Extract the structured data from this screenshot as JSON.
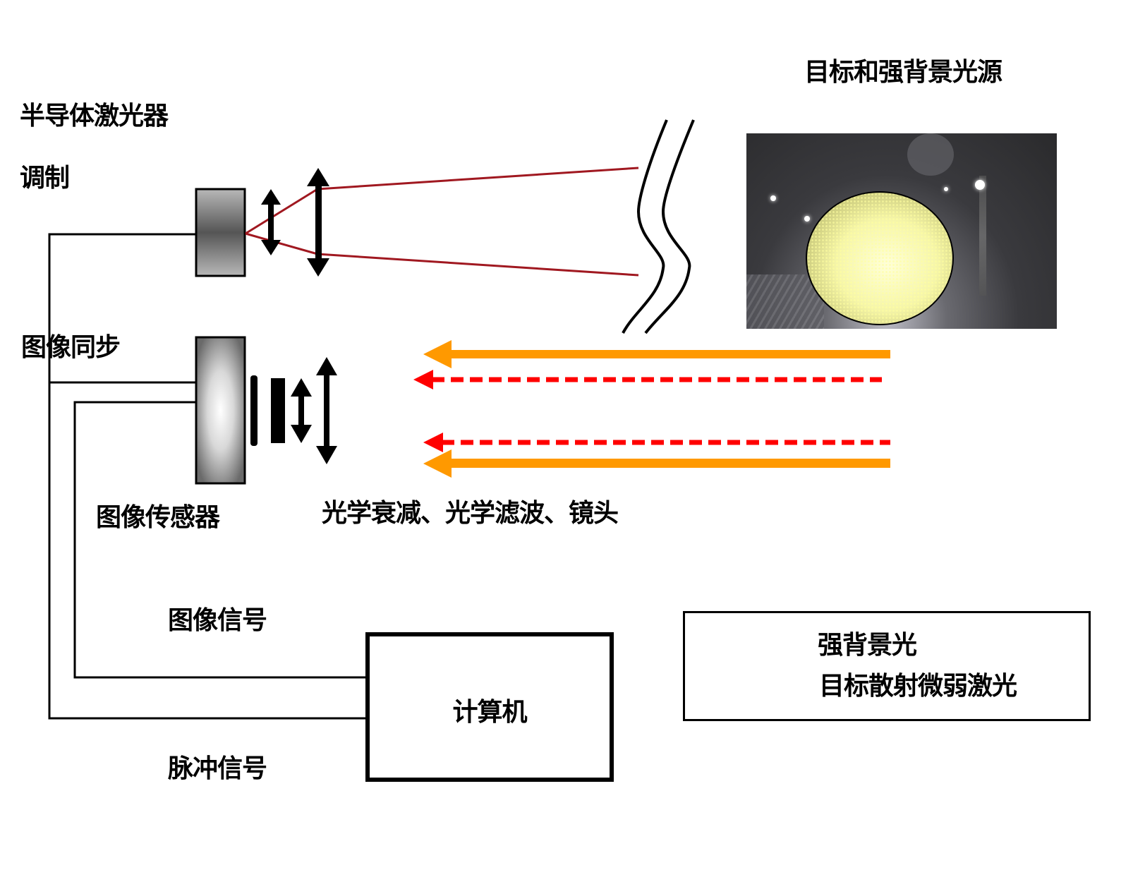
{
  "title": "目标和强背景光源",
  "labels": {
    "laser": "半导体激光器",
    "modulation": "调制",
    "image_sync": "图像同步",
    "image_sensor": "图像传感器",
    "optics": "光学衰减、光学滤波、镜头",
    "image_signal": "图像信号",
    "pulse_signal": "脉冲信号",
    "computer": "计算机"
  },
  "legend": {
    "items": [
      {
        "label": "强背景光",
        "style": "solid-arrow",
        "color": "#ff9900"
      },
      {
        "label": "目标散射微弱激光",
        "style": "dashed-arrow",
        "color": "#ff0000"
      }
    ]
  },
  "colors": {
    "background_light": "#ff9900",
    "scattered_laser": "#ff0000",
    "laser_beam": "#a01820",
    "wire": "#000000"
  },
  "icons": {
    "laser_device": "laser-emitter-icon",
    "sensor_device": "image-sensor-icon",
    "lens": "double-arrow-lens-icon",
    "filter": "filter-plate-icon",
    "distance_break": "wavy-break-icon",
    "scene_photo": "night-scene-photo"
  }
}
